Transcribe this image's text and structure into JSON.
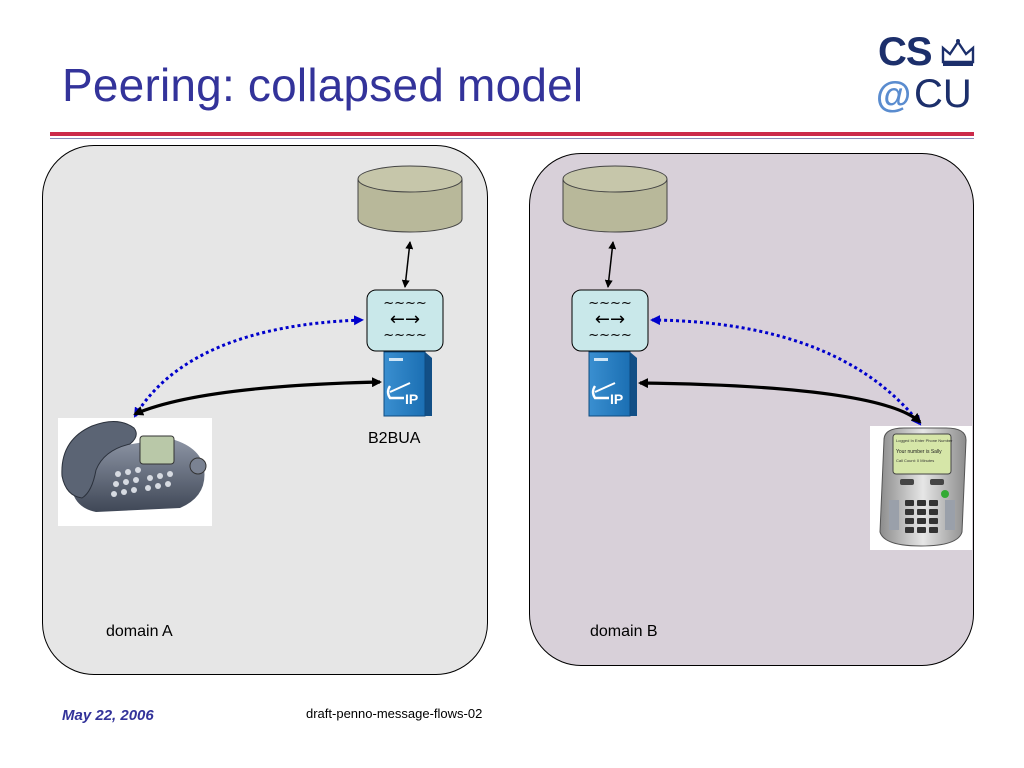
{
  "title": "Peering: collapsed model",
  "logo": {
    "line1": "CS",
    "at": "@",
    "line2": "CU"
  },
  "domains": [
    {
      "label": "domain A"
    },
    {
      "label": "domain B"
    }
  ],
  "b2bua_label": "B2BUA",
  "proxy_glyphs": {
    "top": "~~~~",
    "middle": "←→",
    "bottom": "~~~~"
  },
  "sip_label": "IP",
  "softphone": {
    "screen_line1": "Logged In   Enter Phone Number",
    "screen_line2": "Your number is Sally",
    "screen_line3": "Call Count: 0 Minutes"
  },
  "footer": {
    "date": "May 22, 2006",
    "document": "draft-penno-message-flows-02"
  },
  "colors": {
    "title": "#33339a",
    "rule": "#cc2a4a",
    "domain_a_fill": "#e6e6e6",
    "domain_b_fill": "#d8d0d9",
    "database_fill": "#b8b89a",
    "proxy_fill": "#c9e8ea",
    "signaling_arrow": "#0000cc",
    "media_arrow": "#000000"
  }
}
